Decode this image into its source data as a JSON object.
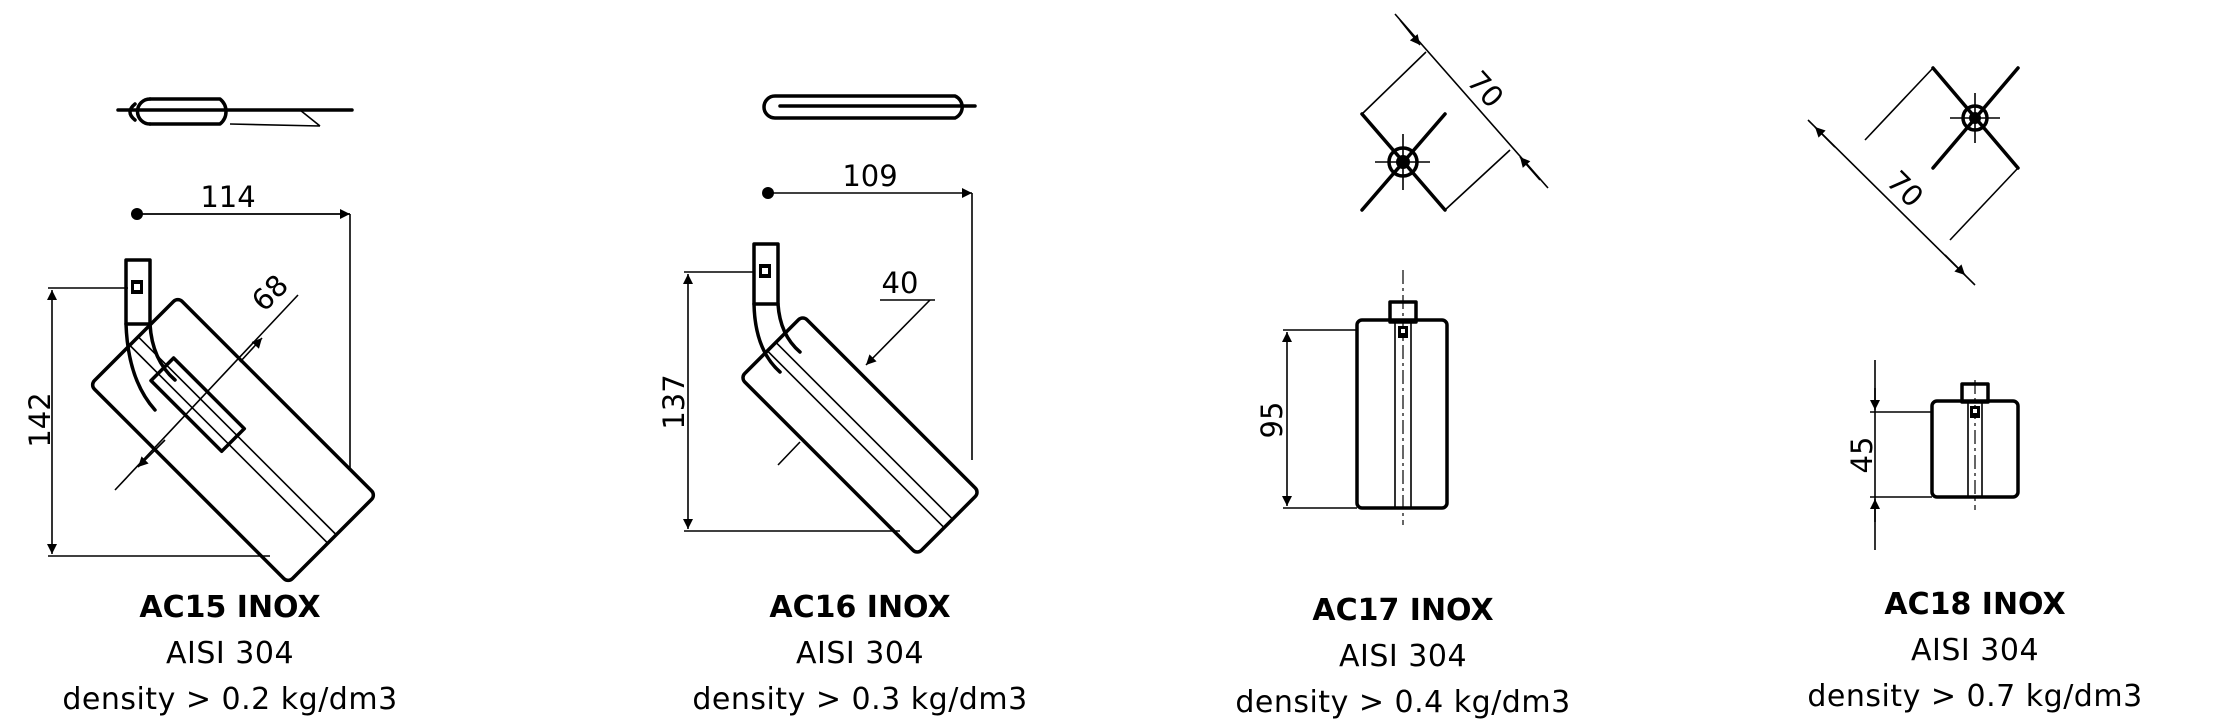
{
  "products": [
    {
      "name": "AC15 INOX",
      "material": "AISI 304",
      "density": "density > 0.2 kg/dm3",
      "dims": {
        "width": "114",
        "height": "142",
        "diameter": "68"
      }
    },
    {
      "name": "AC16 INOX",
      "material": "AISI 304",
      "density": "density > 0.3 kg/dm3",
      "dims": {
        "width": "109",
        "height": "137",
        "diameter": "40"
      }
    },
    {
      "name": "AC17 INOX",
      "material": "AISI 304",
      "density": "density > 0.4 kg/dm3",
      "dims": {
        "span": "70",
        "height": "95"
      }
    },
    {
      "name": "AC18 INOX",
      "material": "AISI 304",
      "density": "density > 0.7 kg/dm3",
      "dims": {
        "span": "70",
        "height": "45"
      }
    }
  ]
}
